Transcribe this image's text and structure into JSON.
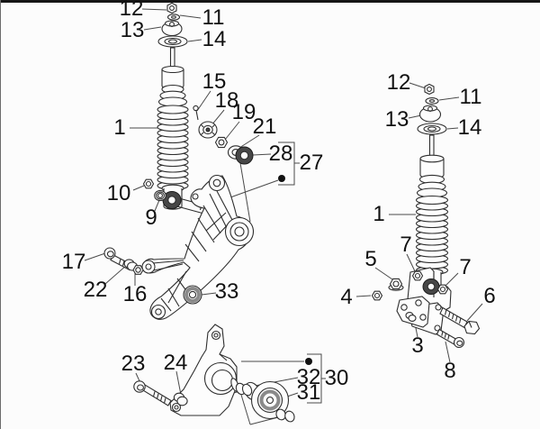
{
  "figure": {
    "kind": "exploded-parts-diagram",
    "subject": "rear suspension shock absorbers, swingarm bracket and engine mount damper",
    "background_color": "#fcfcfc",
    "line_color": "#2e2e2e",
    "label_color": "#111111",
    "top_border_color": "#161616"
  },
  "callouts": [
    {
      "id": "left-nut-top",
      "label": "12",
      "part": "lock-nut"
    },
    {
      "id": "left-washer-top",
      "label": "11",
      "part": "washer"
    },
    {
      "id": "left-buffer-top",
      "label": "13",
      "part": "rubber-buffer"
    },
    {
      "id": "left-cup-top",
      "label": "14",
      "part": "cup-washer"
    },
    {
      "id": "left-shock",
      "label": "1",
      "part": "shock-absorber"
    },
    {
      "id": "adjuster-pin",
      "label": "15",
      "part": "pin-screw"
    },
    {
      "id": "ring-bush",
      "label": "18",
      "part": "ring-bush"
    },
    {
      "id": "hex-nut-19",
      "label": "19",
      "part": "nut"
    },
    {
      "id": "washer-21",
      "label": "21",
      "part": "washer"
    },
    {
      "id": "bearing-28",
      "label": "28",
      "part": "bearing"
    },
    {
      "id": "group-27",
      "label": "27",
      "part": "assembly-group"
    },
    {
      "id": "nut-10",
      "label": "10",
      "part": "nut"
    },
    {
      "id": "washer-9",
      "label": "9",
      "part": "washer"
    },
    {
      "id": "screw-17",
      "label": "17",
      "part": "screw"
    },
    {
      "id": "spring-washer-22",
      "label": "22",
      "part": "spring-washer"
    },
    {
      "id": "nut-16",
      "label": "16",
      "part": "nut"
    },
    {
      "id": "bushing-33",
      "label": "33",
      "part": "bushing"
    },
    {
      "id": "right-nut-top",
      "label": "12",
      "part": "lock-nut"
    },
    {
      "id": "right-washer-top",
      "label": "11",
      "part": "washer"
    },
    {
      "id": "right-buffer-top",
      "label": "13",
      "part": "rubber-buffer"
    },
    {
      "id": "right-cup-top",
      "label": "14",
      "part": "cup-washer"
    },
    {
      "id": "right-shock",
      "label": "1",
      "part": "shock-absorber"
    },
    {
      "id": "nut-7-upper",
      "label": "7",
      "part": "nut"
    },
    {
      "id": "nut-7-lower",
      "label": "7",
      "part": "nut"
    },
    {
      "id": "flanged-nut-5",
      "label": "5",
      "part": "flanged-nut"
    },
    {
      "id": "nut-4",
      "label": "4",
      "part": "nut"
    },
    {
      "id": "hex-bolt-6",
      "label": "6",
      "part": "hex-bolt"
    },
    {
      "id": "bracket-3",
      "label": "3",
      "part": "support-bracket"
    },
    {
      "id": "bolt-8",
      "label": "8",
      "part": "bolt"
    },
    {
      "id": "screw-23",
      "label": "23",
      "part": "screw"
    },
    {
      "id": "spring-washer-24",
      "label": "24",
      "part": "spring-washer"
    },
    {
      "id": "spacer-32",
      "label": "32",
      "part": "spacer-bushing"
    },
    {
      "id": "group-30",
      "label": "30",
      "part": "assembly-group"
    },
    {
      "id": "damper-31",
      "label": "31",
      "part": "damper"
    }
  ]
}
